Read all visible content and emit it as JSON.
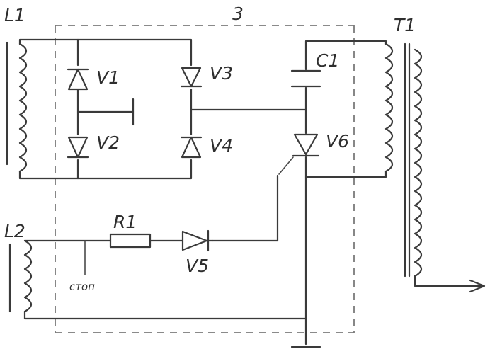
{
  "diagram": {
    "labels": {
      "l1": "L1",
      "l2": "L2",
      "t1": "T1",
      "block": "3",
      "c1": "C1",
      "r1": "R1",
      "v1": "V1",
      "v2": "V2",
      "v3": "V3",
      "v4": "V4",
      "v5": "V5",
      "v6": "V6",
      "stop": "стоп"
    }
  }
}
